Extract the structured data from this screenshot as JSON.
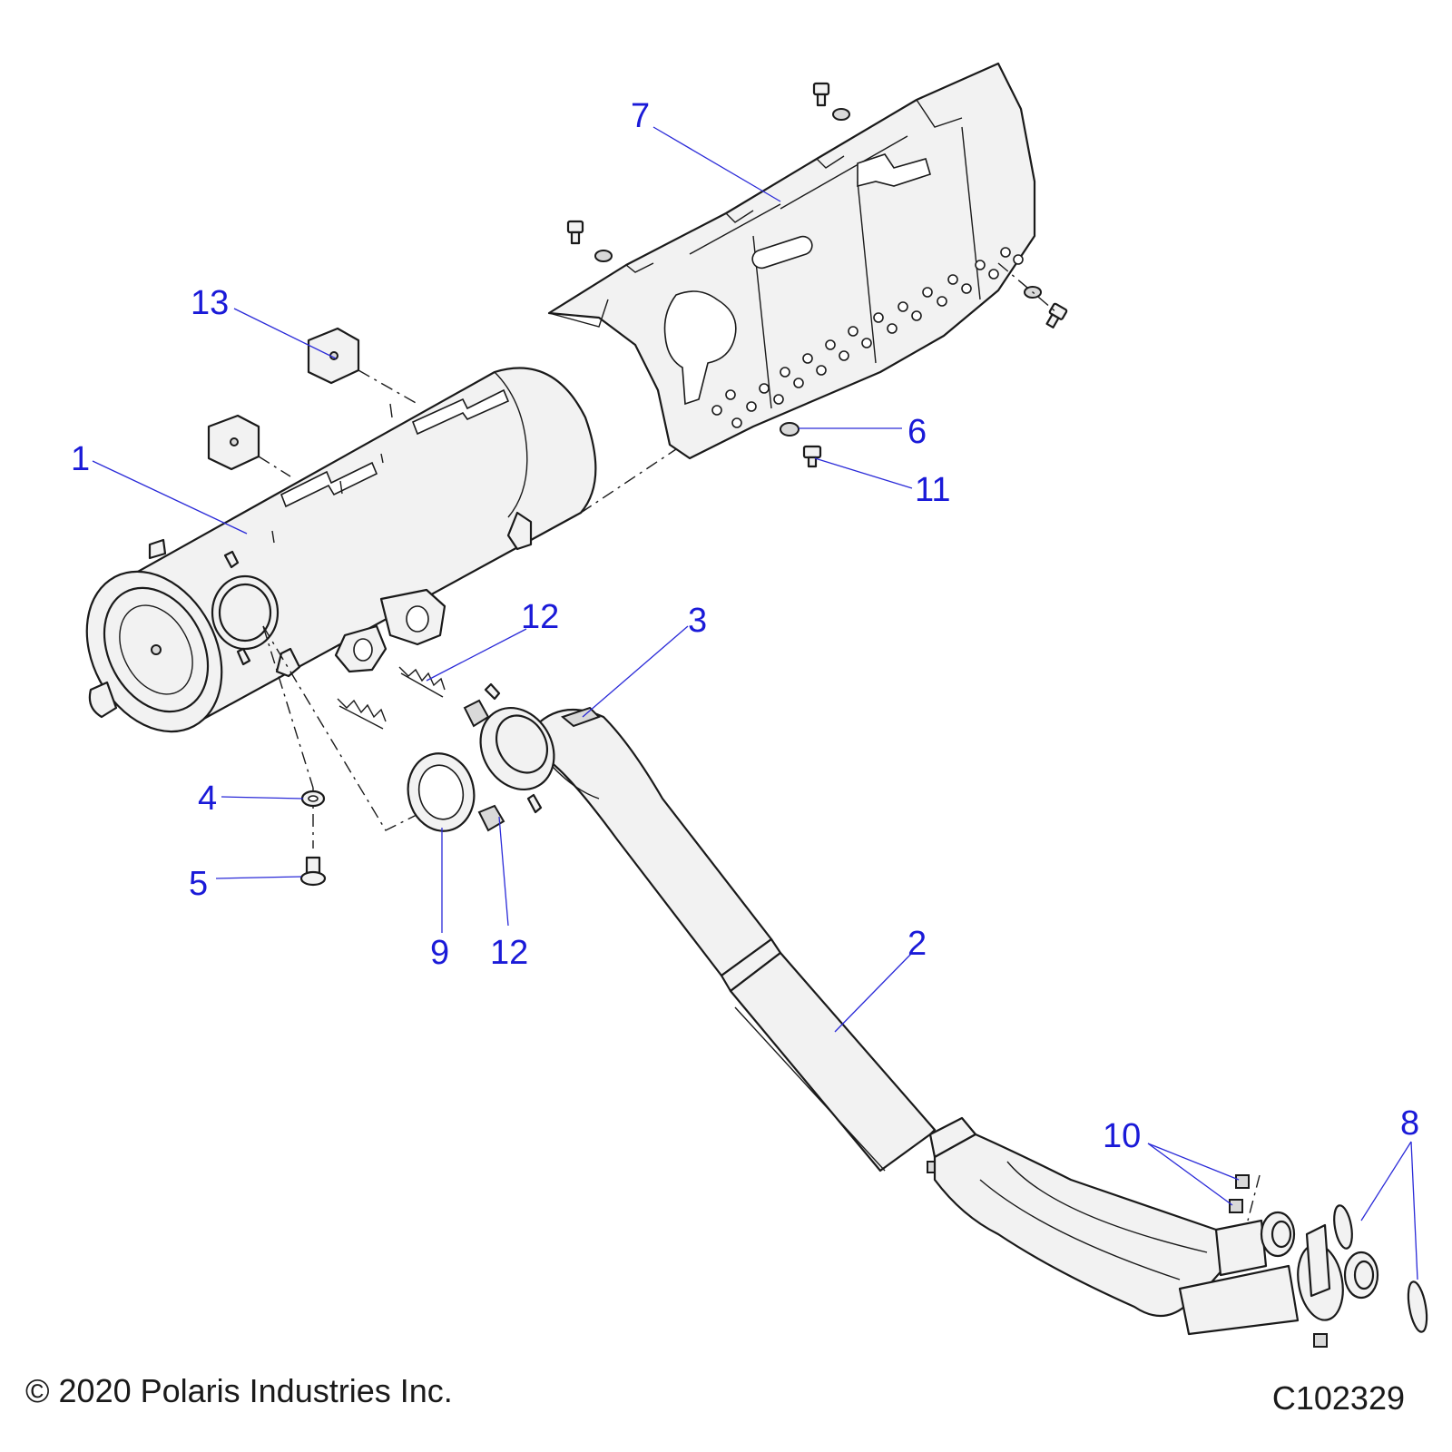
{
  "diagram": {
    "callouts": [
      "1",
      "2",
      "3",
      "4",
      "5",
      "6",
      "7",
      "8",
      "9",
      "10",
      "11",
      "12",
      "12",
      "13"
    ]
  },
  "footer": {
    "copyright": "© 2020 Polaris Industries Inc.",
    "drawing_number": "C102329"
  }
}
